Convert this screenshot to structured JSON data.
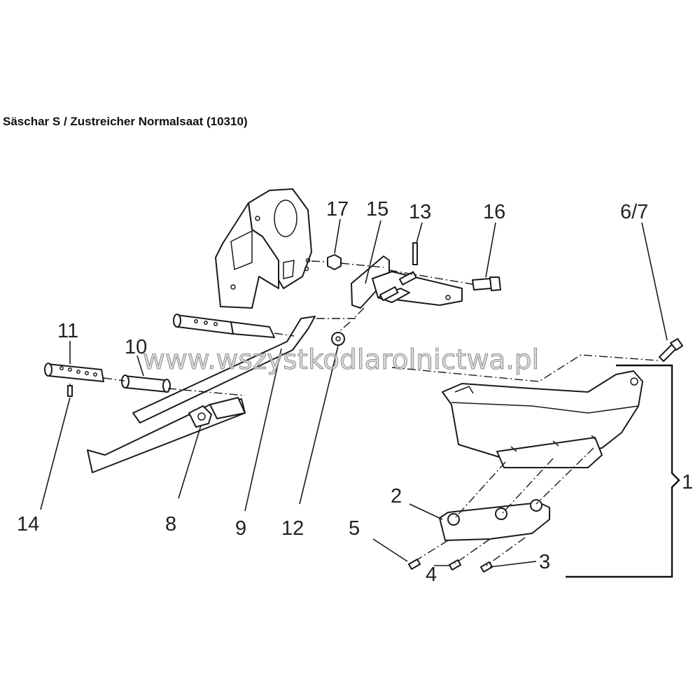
{
  "title": "Säschar S / Zustreicher Normalsaat (10310)",
  "watermark": "www.wszystkodlarolnictwa.pl",
  "labels": {
    "p1": "1",
    "p2": "2",
    "p3": "3",
    "p4": "4",
    "p5": "5",
    "p6_7": "6/7",
    "p8": "8",
    "p9": "9",
    "p10": "10",
    "p11": "11",
    "p12": "12",
    "p13": "13",
    "p14": "14",
    "p15": "15",
    "p16": "16",
    "p17": "17"
  },
  "colors": {
    "ink": "#1a1a1a",
    "watermark": "#d0d0d0"
  }
}
